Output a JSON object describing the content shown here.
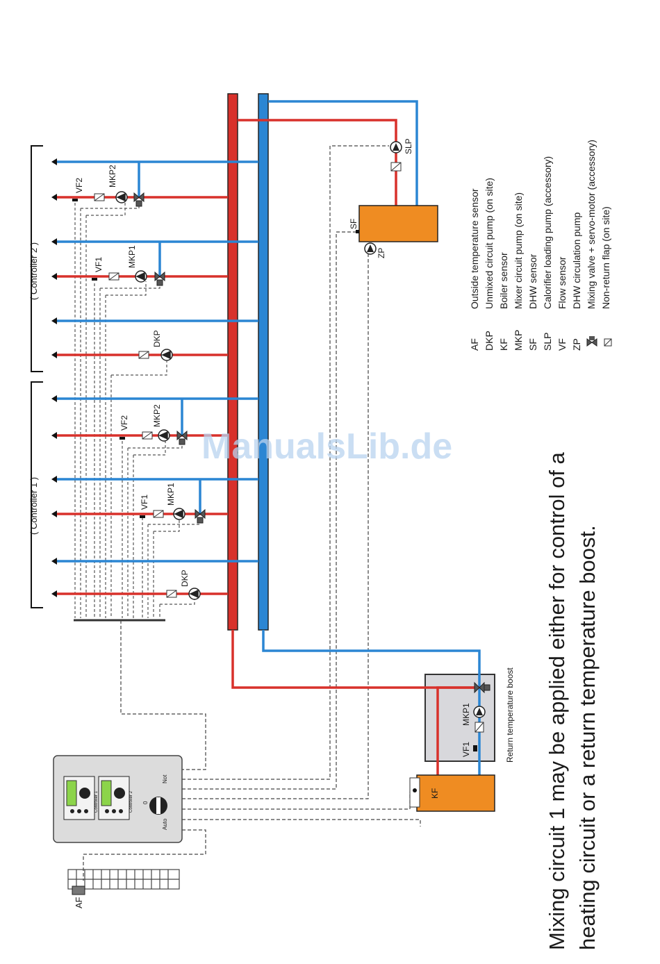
{
  "group_labels": {
    "controller2": "( Controller 2 )",
    "controller1": "( Controller 1 )"
  },
  "circuit_labels": {
    "c2_vf2": "VF2",
    "c2_mkp2": "MKP2",
    "c2_vf1": "VF1",
    "c2_mkp1": "MKP1",
    "dkp_top": "DKP",
    "c1_vf2": "VF2",
    "c1_mkp2": "MKP2",
    "c1_vf1": "VF1",
    "c1_mkp1": "MKP1",
    "dkp_bottom": "DKP"
  },
  "dhw": {
    "sf": "SF",
    "zp": "ZP",
    "slp": "SLP"
  },
  "boiler": {
    "kf": "KF",
    "vf1": "VF1",
    "mkp1": "MKP1",
    "return_boost": "Return temperature boost"
  },
  "controller_panel": {
    "ctrl1": "Controller 1",
    "ctrl2": "Controller 2",
    "switch_0": "0",
    "switch_not": "Not",
    "switch_auto": "Auto"
  },
  "af_label": "AF",
  "legend": [
    {
      "abbr": "AF",
      "desc": "Outside temperature sensor"
    },
    {
      "abbr": "DKP",
      "desc": "Unmixed circuit pump (on site)"
    },
    {
      "abbr": "KF",
      "desc": "Boiler sensor"
    },
    {
      "abbr": "MKP",
      "desc": "Mixer circuit pump (on site)"
    },
    {
      "abbr": "SF",
      "desc": "DHW sensor"
    },
    {
      "abbr": "SLP",
      "desc": "Calorifier loading pump (accessory)"
    },
    {
      "abbr": "VF",
      "desc": "Flow sensor"
    },
    {
      "abbr": "ZP",
      "desc": "DHW circulation pump"
    },
    {
      "abbr": "",
      "desc": "Mixing valve + servo-motor (accessory)"
    },
    {
      "abbr": "",
      "desc": "Non-return flap (on site)"
    }
  ],
  "caption": {
    "line1": "Mixing circuit 1 may be applied either for control of a",
    "line2": "heating circuit or a return temperature boost."
  },
  "watermark": "ManualsLib.de",
  "colors": {
    "flow": "#d8312b",
    "return": "#2b86d3",
    "boiler": "#ef8c22",
    "panel": "#dcdcdc"
  }
}
